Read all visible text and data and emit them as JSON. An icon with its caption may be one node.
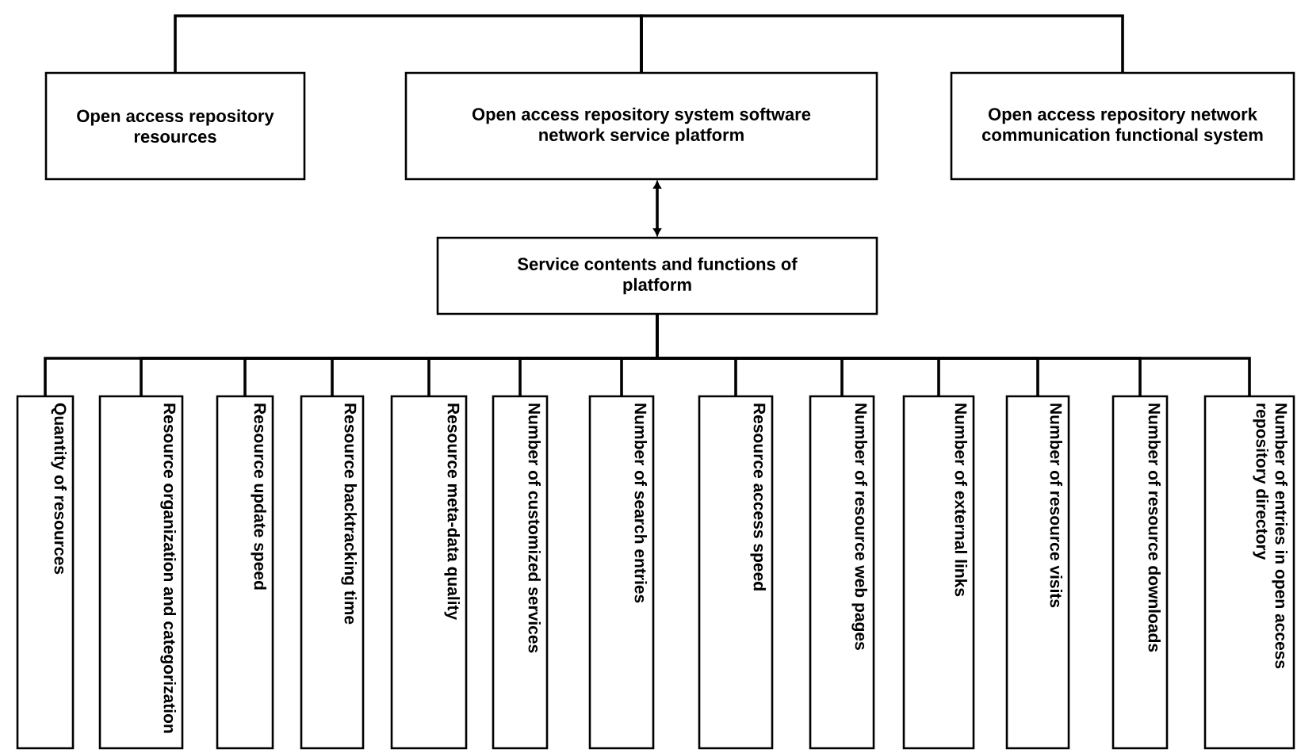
{
  "diagram": {
    "nodes": [
      {
        "text": [
          "Open access repository resources"
        ]
      },
      {
        "text": [
          "Open access repository system software network service platform"
        ]
      },
      {
        "text": [
          "Open access repository network communication functional system"
        ]
      },
      {
        "text": [
          "Service contents and functions of platform"
        ]
      },
      {
        "text": [
          "Quantity of resources"
        ]
      },
      {
        "text": [
          "Resource organization and categorization"
        ]
      },
      {
        "text": [
          "Resource update speed"
        ]
      },
      {
        "text": [
          "Resource backtracking time"
        ]
      },
      {
        "text": [
          "Resource meta-data quality"
        ]
      },
      {
        "text": [
          "Number of customized services"
        ]
      },
      {
        "text": [
          "Number of search entries"
        ]
      },
      {
        "text": [
          "Resource access speed"
        ]
      },
      {
        "text": [
          "Number of resource web pages"
        ]
      },
      {
        "text": [
          "Number of external links"
        ]
      },
      {
        "text": [
          "Number of resource visits"
        ]
      },
      {
        "text": [
          "Number of resource downloads"
        ]
      },
      {
        "text": [
          "Number of entries in open access repository directory"
        ]
      }
    ],
    "edges": [
      {
        "from": 1,
        "to": 0,
        "arrow": "none"
      },
      {
        "from": 1,
        "to": 2,
        "arrow": "none"
      },
      {
        "from": 1,
        "to": 3,
        "arrow": "both"
      },
      {
        "from": 3,
        "to": 4,
        "arrow": "none"
      },
      {
        "from": 3,
        "to": 5,
        "arrow": "none"
      },
      {
        "from": 3,
        "to": 6,
        "arrow": "none"
      },
      {
        "from": 3,
        "to": 7,
        "arrow": "none"
      },
      {
        "from": 3,
        "to": 8,
        "arrow": "none"
      },
      {
        "from": 3,
        "to": 9,
        "arrow": "none"
      },
      {
        "from": 3,
        "to": 10,
        "arrow": "none"
      },
      {
        "from": 3,
        "to": 11,
        "arrow": "none"
      },
      {
        "from": 3,
        "to": 12,
        "arrow": "none"
      },
      {
        "from": 3,
        "to": 13,
        "arrow": "none"
      },
      {
        "from": 3,
        "to": 14,
        "arrow": "none"
      },
      {
        "from": 3,
        "to": 15,
        "arrow": "none"
      },
      {
        "from": 3,
        "to": 16,
        "arrow": "none"
      }
    ]
  }
}
